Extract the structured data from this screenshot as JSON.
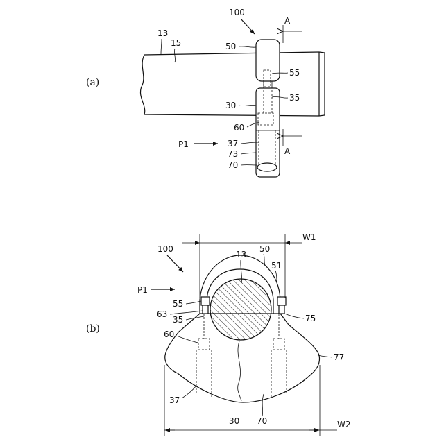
{
  "panels": {
    "a": "(a)",
    "b": "(b)"
  },
  "fig_a": {
    "ref_100": "100",
    "ref_13": "13",
    "ref_15": "15",
    "ref_50": "50",
    "ref_55": "55",
    "ref_35": "35",
    "ref_30": "30",
    "ref_60": "60",
    "ref_37": "37",
    "ref_73": "73",
    "ref_70": "70",
    "arrow_p1": "P1",
    "section_top": "A",
    "section_bottom": "A"
  },
  "fig_b": {
    "ref_100": "100",
    "ref_13": "13",
    "ref_50": "50",
    "ref_51": "51",
    "ref_55": "55",
    "ref_63": "63",
    "ref_35": "35",
    "ref_75": "75",
    "ref_60": "60",
    "ref_77": "77",
    "ref_37": "37",
    "ref_30": "30",
    "ref_70": "70",
    "arrow_p1": "P1",
    "dim_w1": "W1",
    "dim_w2": "W2"
  }
}
